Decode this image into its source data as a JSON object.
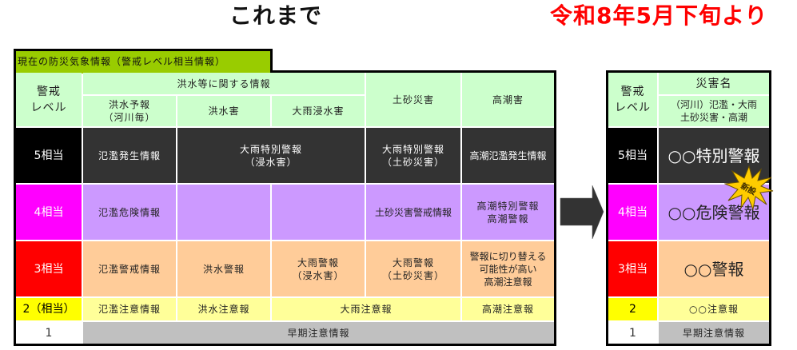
{
  "titles": {
    "before": "これまで",
    "after": "令和8年5月下旬より"
  },
  "old_table": {
    "tab_label": "現在の防災気象情報（警戒レベル相当情報）",
    "header": {
      "level_label": "警戒\nレベル",
      "flood_group_label": "洪水等に関する情報",
      "flood_forecast": "洪水予報\n（河川毎）",
      "flood_damage": "洪水害",
      "heavy_rain_inundation": "大雨浸水害",
      "landslide": "土砂災害",
      "storm_surge": "高潮害"
    },
    "rows": {
      "level5": {
        "level": "5相当",
        "flood_forecast": "氾濫発生情報",
        "flood_and_inundation": "大雨特別警報\n（浸水害）",
        "landslide": "大雨特別警報\n（土砂災害）",
        "storm_surge": "高潮氾濫発生情報"
      },
      "level4": {
        "level": "4相当",
        "flood_forecast": "氾濫危険情報",
        "flood_damage": "",
        "heavy_rain_inundation": "",
        "landslide": "土砂災害警戒情報",
        "storm_surge": "高潮特別警報\n高潮警報"
      },
      "level3": {
        "level": "3相当",
        "flood_forecast": "氾濫警戒情報",
        "flood_damage": "洪水警報",
        "heavy_rain_inundation": "大雨警報\n（浸水害）",
        "landslide": "大雨警報\n（土砂災害）",
        "storm_surge": "警報に切り替える\n可能性が高い\n高潮注意報"
      },
      "level2": {
        "level": "2（相当）",
        "flood_forecast": "氾濫注意情報",
        "flood_damage": "洪水注意報",
        "heavy_rain_merged": "大雨注意報",
        "storm_surge": "高潮注意報"
      },
      "level1": {
        "level": "1",
        "all": "早期注意情報"
      }
    }
  },
  "new_table": {
    "header": {
      "level_label": "警戒\nレベル",
      "disaster_name_label": "災害名",
      "disaster_types": "（河川）氾濫・大雨\n土砂災害・高潮"
    },
    "rows": [
      {
        "level": "5相当",
        "info": "○○特別警報"
      },
      {
        "level": "4相当",
        "info": "○○危険警報"
      },
      {
        "level": "3相当",
        "info": "○○警報"
      },
      {
        "level": "2",
        "info": "○○注意報"
      },
      {
        "level": "1",
        "info": "早期注意情報"
      }
    ],
    "new_badge": "新設"
  },
  "colors": {
    "tab": "#99CC00",
    "header": "#CCFFCC",
    "level5": "#000000",
    "level5_cell": "#333333",
    "level4": "#FF00FF",
    "level4_cell": "#CC99FF",
    "level3": "#FF0000",
    "level3_cell": "#FFCC99",
    "level2": "#FFFF00",
    "level2_cell": "#FFFF99",
    "level1": "#FFFFFF",
    "level1_cell": "#C0C0C0",
    "after_title": "#FF0000",
    "arrow": "#333333",
    "badge": "#FFCC00"
  },
  "icons": {
    "transition": "right-arrow-icon",
    "new_badge": "starburst-icon"
  }
}
